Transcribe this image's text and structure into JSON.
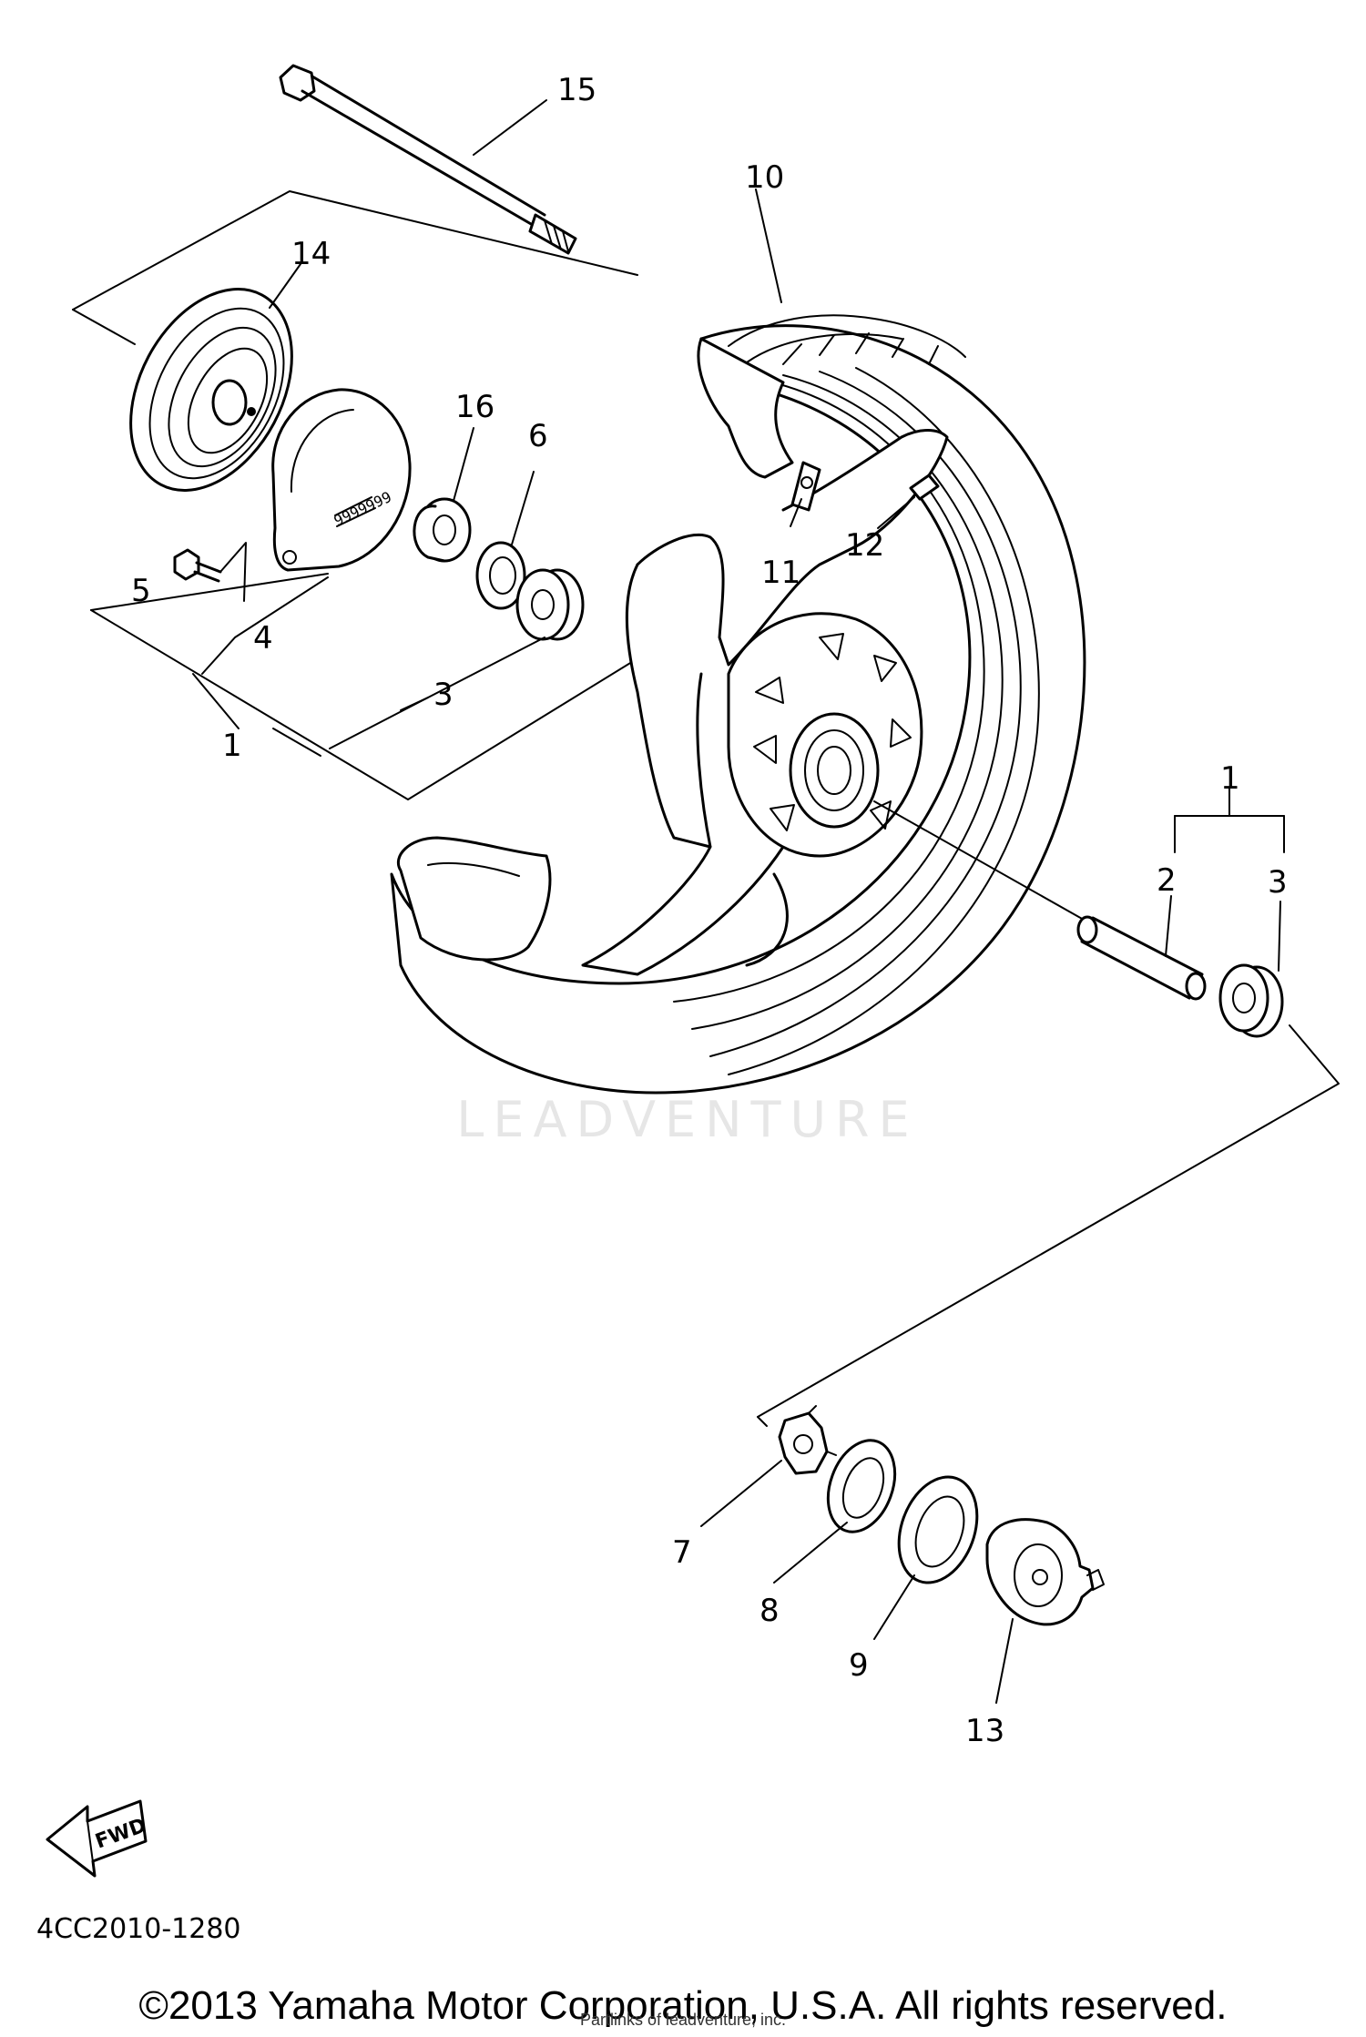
{
  "callouts": {
    "c1_left": "1",
    "c3_left": "3",
    "c4": "4",
    "c5": "5",
    "c6": "6",
    "c10": "10",
    "c11": "11",
    "c12": "12",
    "c14": "14",
    "c15": "15",
    "c16": "16",
    "c1_right": "1",
    "c2_right": "2",
    "c3_right": "3",
    "c7": "7",
    "c8": "8",
    "c9": "9",
    "c13": "13"
  },
  "fwd_label": "FWD",
  "watermark": "LEADVENTURE",
  "diagram_code": "4CC2010-1280",
  "copyright": "©2013 Yamaha Motor Corporation, U.S.A. All rights reserved.",
  "copyright_sub": "Partlinks of leadventure, inc."
}
